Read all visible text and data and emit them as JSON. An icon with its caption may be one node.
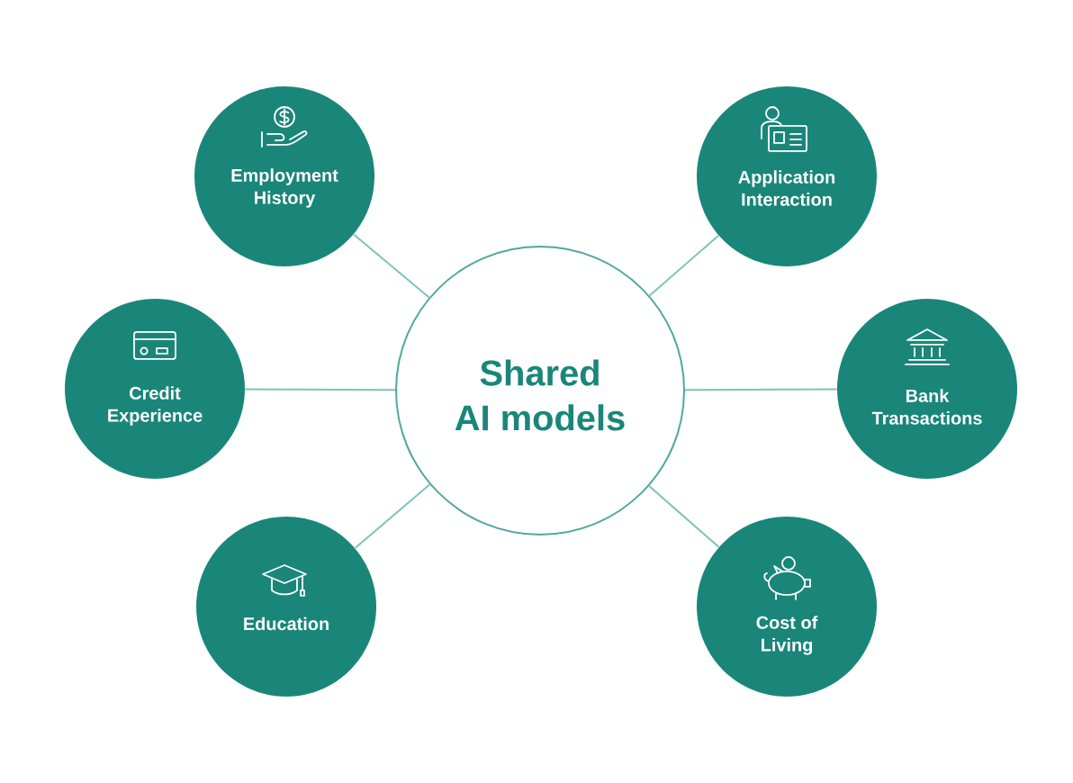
{
  "diagram": {
    "nodes": [
      {
        "text": [
          "Shared AI models"
        ]
      },
      {
        "text": [
          "Employment History"
        ]
      },
      {
        "text": [
          "Application Interaction"
        ]
      },
      {
        "text": [
          "Credit Experience"
        ]
      },
      {
        "text": [
          "Bank Transactions"
        ]
      },
      {
        "text": [
          "Education"
        ]
      },
      {
        "text": [
          "Cost of Living"
        ]
      }
    ],
    "edges": [
      {
        "from": 0,
        "to": 1,
        "arrow": "none"
      },
      {
        "from": 0,
        "to": 2,
        "arrow": "none"
      },
      {
        "from": 0,
        "to": 3,
        "arrow": "none"
      },
      {
        "from": 0,
        "to": 4,
        "arrow": "none"
      },
      {
        "from": 0,
        "to": 5,
        "arrow": "none"
      },
      {
        "from": 0,
        "to": 6,
        "arrow": "none"
      }
    ]
  }
}
